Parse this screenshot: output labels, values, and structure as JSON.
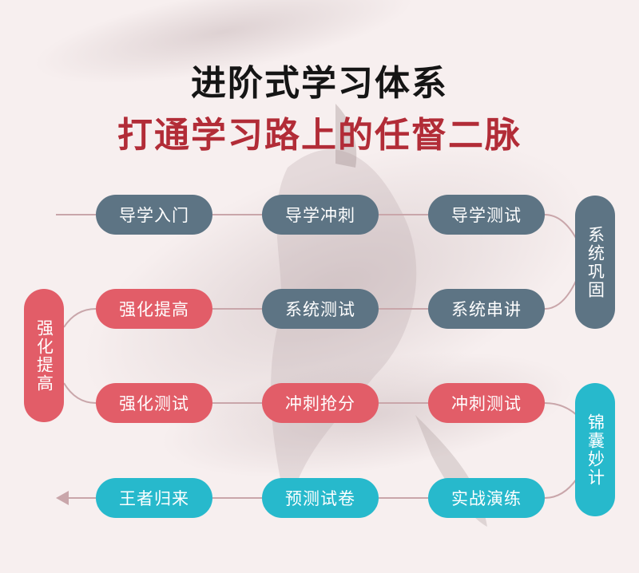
{
  "title": {
    "line1": "进阶式学习体系",
    "line2": "打通学习路上的任督二脉"
  },
  "rows": [
    {
      "color": "slate",
      "items": [
        "导学入门",
        "导学冲刺",
        "导学测试"
      ]
    },
    {
      "color": "mixed",
      "items": [
        "强化提高",
        "系统测试",
        "系统串讲"
      ]
    },
    {
      "color": "red",
      "items": [
        "强化测试",
        "冲刺抢分",
        "冲刺测试"
      ]
    },
    {
      "color": "teal",
      "items": [
        "王者归来",
        "预测试卷",
        "实战演练"
      ]
    }
  ],
  "side_labels": {
    "right_top": "系统巩固",
    "left_mid": "强化提高",
    "right_bottom": "锦囊妙计"
  },
  "colors": {
    "slate": "#5d7484",
    "red": "#e25d68",
    "teal": "#27b9cc",
    "title_red": "#b22c37",
    "connector": "#c9a6aa"
  }
}
